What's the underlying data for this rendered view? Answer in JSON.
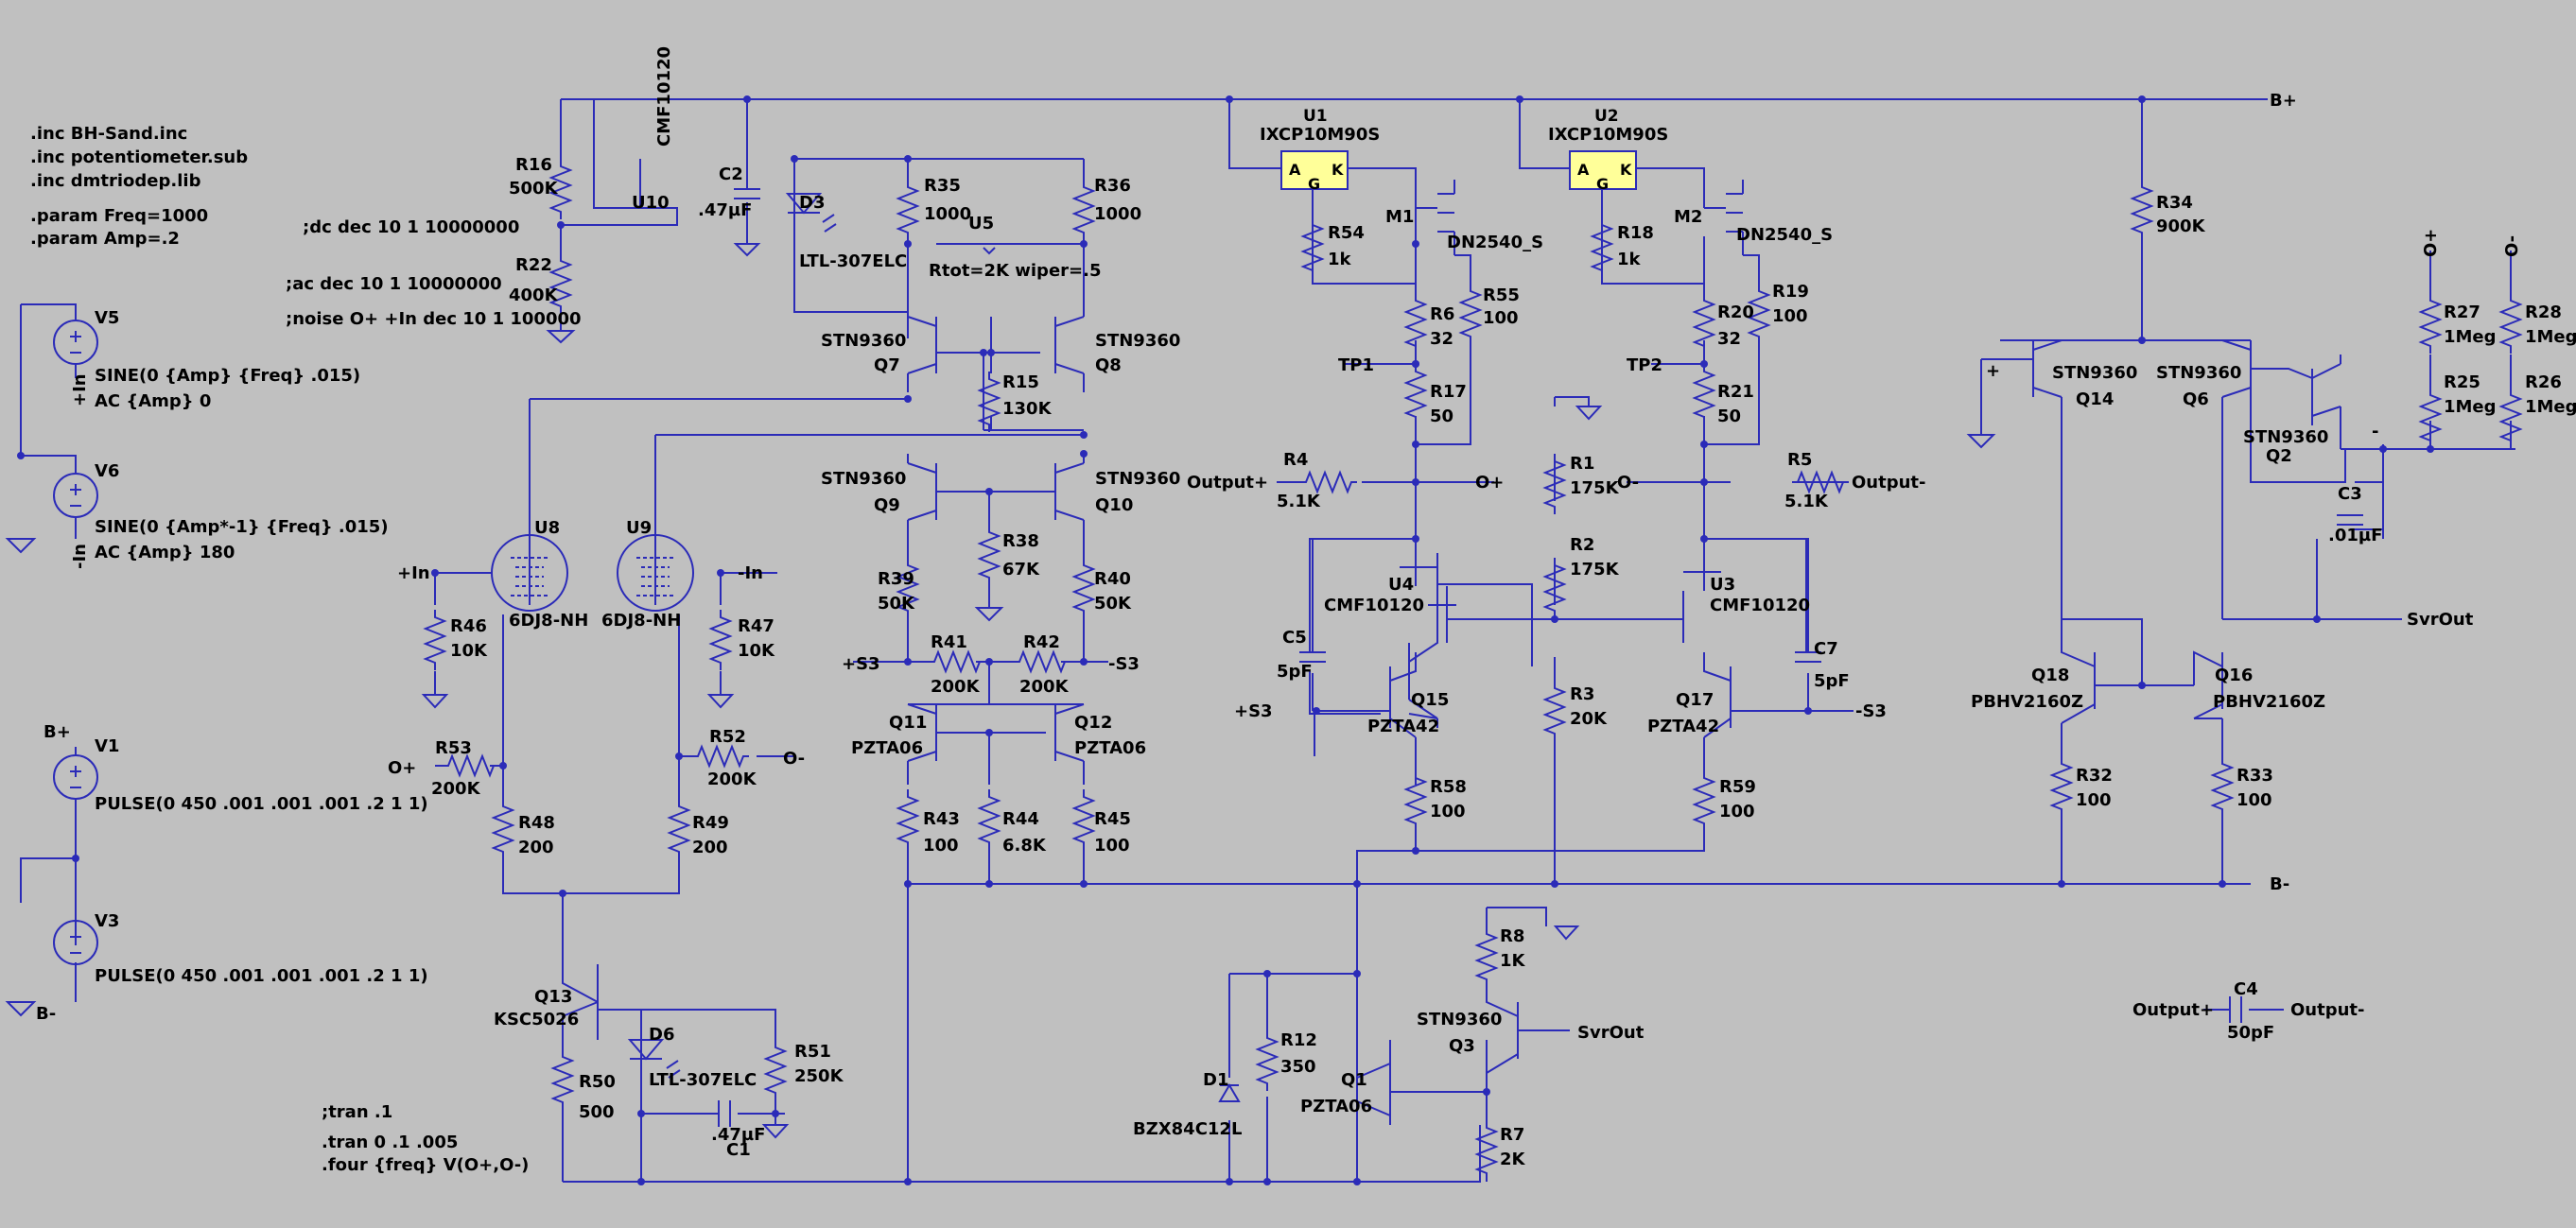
{
  "directives": [
    ".inc BH-Sand.inc",
    ".inc potentiometer.sub",
    ".inc dmtriodep.lib",
    ".param Freq=1000",
    ".param Amp=.2",
    ";dc dec 10 1 10000000",
    ";ac dec 10 1 10000000",
    ";noise O+ +In dec 10 1 100000",
    ";tran .1",
    ".tran 0 .1 .005",
    ".four {freq} V(O+,O-)"
  ],
  "nets": [
    "B+",
    "B-",
    "+In",
    "-In",
    "O+",
    "O-",
    "+S3",
    "-S3",
    "TP1",
    "TP2",
    "Output+",
    "Output-",
    "SvrOut",
    "+",
    "-"
  ],
  "sources": [
    {
      "ref": "V5",
      "value": "SINE(0 {Amp} {Freq} .015)",
      "ac": "AC {Amp} 0"
    },
    {
      "ref": "V6",
      "value": "SINE(0 {Amp*-1} {Freq} .015)",
      "ac": "AC {Amp} 180"
    },
    {
      "ref": "V1",
      "value": "PULSE(0 450 .001 .001 .001 .2 1 1)"
    },
    {
      "ref": "V3",
      "value": "PULSE(0 450 .001 .001 .001 .2 1 1)"
    }
  ],
  "resistors": [
    {
      "ref": "R16",
      "value": "500K"
    },
    {
      "ref": "R22",
      "value": "400K"
    },
    {
      "ref": "R35",
      "value": "1000"
    },
    {
      "ref": "R36",
      "value": "1000"
    },
    {
      "ref": "R15",
      "value": "130K"
    },
    {
      "ref": "R38",
      "value": "67K"
    },
    {
      "ref": "R39",
      "value": "50K"
    },
    {
      "ref": "R40",
      "value": "50K"
    },
    {
      "ref": "R41",
      "value": "200K"
    },
    {
      "ref": "R42",
      "value": "200K"
    },
    {
      "ref": "R43",
      "value": "100"
    },
    {
      "ref": "R44",
      "value": "6.8K"
    },
    {
      "ref": "R45",
      "value": "100"
    },
    {
      "ref": "R46",
      "value": "10K"
    },
    {
      "ref": "R47",
      "value": "10K"
    },
    {
      "ref": "R53",
      "value": "200K"
    },
    {
      "ref": "R52",
      "value": "200K"
    },
    {
      "ref": "R48",
      "value": "200"
    },
    {
      "ref": "R49",
      "value": "200"
    },
    {
      "ref": "R50",
      "value": "500"
    },
    {
      "ref": "R51",
      "value": "250K"
    },
    {
      "ref": "R54",
      "value": "1k"
    },
    {
      "ref": "R18",
      "value": "1k"
    },
    {
      "ref": "R6",
      "value": "32"
    },
    {
      "ref": "R55",
      "value": "100"
    },
    {
      "ref": "R17",
      "value": "50"
    },
    {
      "ref": "R20",
      "value": "32"
    },
    {
      "ref": "R19",
      "value": "100"
    },
    {
      "ref": "R21",
      "value": "50"
    },
    {
      "ref": "R4",
      "value": "5.1K"
    },
    {
      "ref": "R5",
      "value": "5.1K"
    },
    {
      "ref": "R1",
      "value": "175K"
    },
    {
      "ref": "R2",
      "value": "175K"
    },
    {
      "ref": "R3",
      "value": "20K"
    },
    {
      "ref": "R58",
      "value": "100"
    },
    {
      "ref": "R59",
      "value": "100"
    },
    {
      "ref": "R8",
      "value": "1K"
    },
    {
      "ref": "R12",
      "value": "350"
    },
    {
      "ref": "R7",
      "value": "2K"
    },
    {
      "ref": "R34",
      "value": "900K"
    },
    {
      "ref": "R27",
      "value": "1Meg"
    },
    {
      "ref": "R25",
      "value": "1Meg"
    },
    {
      "ref": "R28",
      "value": "1Meg"
    },
    {
      "ref": "R26",
      "value": "1Meg"
    },
    {
      "ref": "R32",
      "value": "100"
    },
    {
      "ref": "R33",
      "value": "100"
    }
  ],
  "capacitors": [
    {
      "ref": "C2",
      "value": ".47µF"
    },
    {
      "ref": "C1",
      "value": ".47µF"
    },
    {
      "ref": "C5",
      "value": "5pF"
    },
    {
      "ref": "C7",
      "value": "5pF"
    },
    {
      "ref": "C3",
      "value": ".01µF"
    },
    {
      "ref": "C4",
      "value": "50pF"
    }
  ],
  "transistors": [
    {
      "ref": "Q7",
      "model": "STN9360"
    },
    {
      "ref": "Q8",
      "model": "STN9360"
    },
    {
      "ref": "Q9",
      "model": "STN9360"
    },
    {
      "ref": "Q10",
      "model": "STN9360"
    },
    {
      "ref": "Q11",
      "model": "PZTA06"
    },
    {
      "ref": "Q12",
      "model": "PZTA06"
    },
    {
      "ref": "Q13",
      "model": "KSC5026"
    },
    {
      "ref": "Q15",
      "model": "PZTA42"
    },
    {
      "ref": "Q17",
      "model": "PZTA42"
    },
    {
      "ref": "Q1",
      "model": "PZTA06"
    },
    {
      "ref": "Q3",
      "model": "STN9360"
    },
    {
      "ref": "Q14",
      "model": "STN9360"
    },
    {
      "ref": "Q6",
      "model": "STN9360"
    },
    {
      "ref": "Q2",
      "model": "STN9360"
    },
    {
      "ref": "Q18",
      "model": "PBHV2160Z"
    },
    {
      "ref": "Q16",
      "model": "PBHV2160Z"
    }
  ],
  "fets": [
    {
      "ref": "M1",
      "model": "DN2540_S"
    },
    {
      "ref": "M2",
      "model": "DN2540_S"
    },
    {
      "ref": "U10",
      "model": "CMF10120"
    },
    {
      "ref": "U4",
      "model": "CMF10120"
    },
    {
      "ref": "U3",
      "model": "CMF10120"
    }
  ],
  "ics": [
    {
      "ref": "U1",
      "model": "IXCP10M90S"
    },
    {
      "ref": "U2",
      "model": "IXCP10M90S"
    },
    {
      "ref": "U5",
      "model": "Rtot=2K wiper=.5"
    }
  ],
  "pins": {
    "a": "A",
    "k": "K",
    "g": "G"
  },
  "tubes": [
    {
      "ref": "U8",
      "model": "6DJ8-NH"
    },
    {
      "ref": "U9",
      "model": "6DJ8-NH"
    }
  ],
  "diodes": [
    {
      "ref": "D3",
      "model": "LTL-307ELC"
    },
    {
      "ref": "D6",
      "model": "LTL-307ELC"
    },
    {
      "ref": "D1",
      "model": "BZX84C12L"
    }
  ],
  "colors": {
    "background": "#c0c0c0",
    "wire": "#2b2bb8",
    "ic_fill": "#ffff99",
    "text": "#000000"
  }
}
